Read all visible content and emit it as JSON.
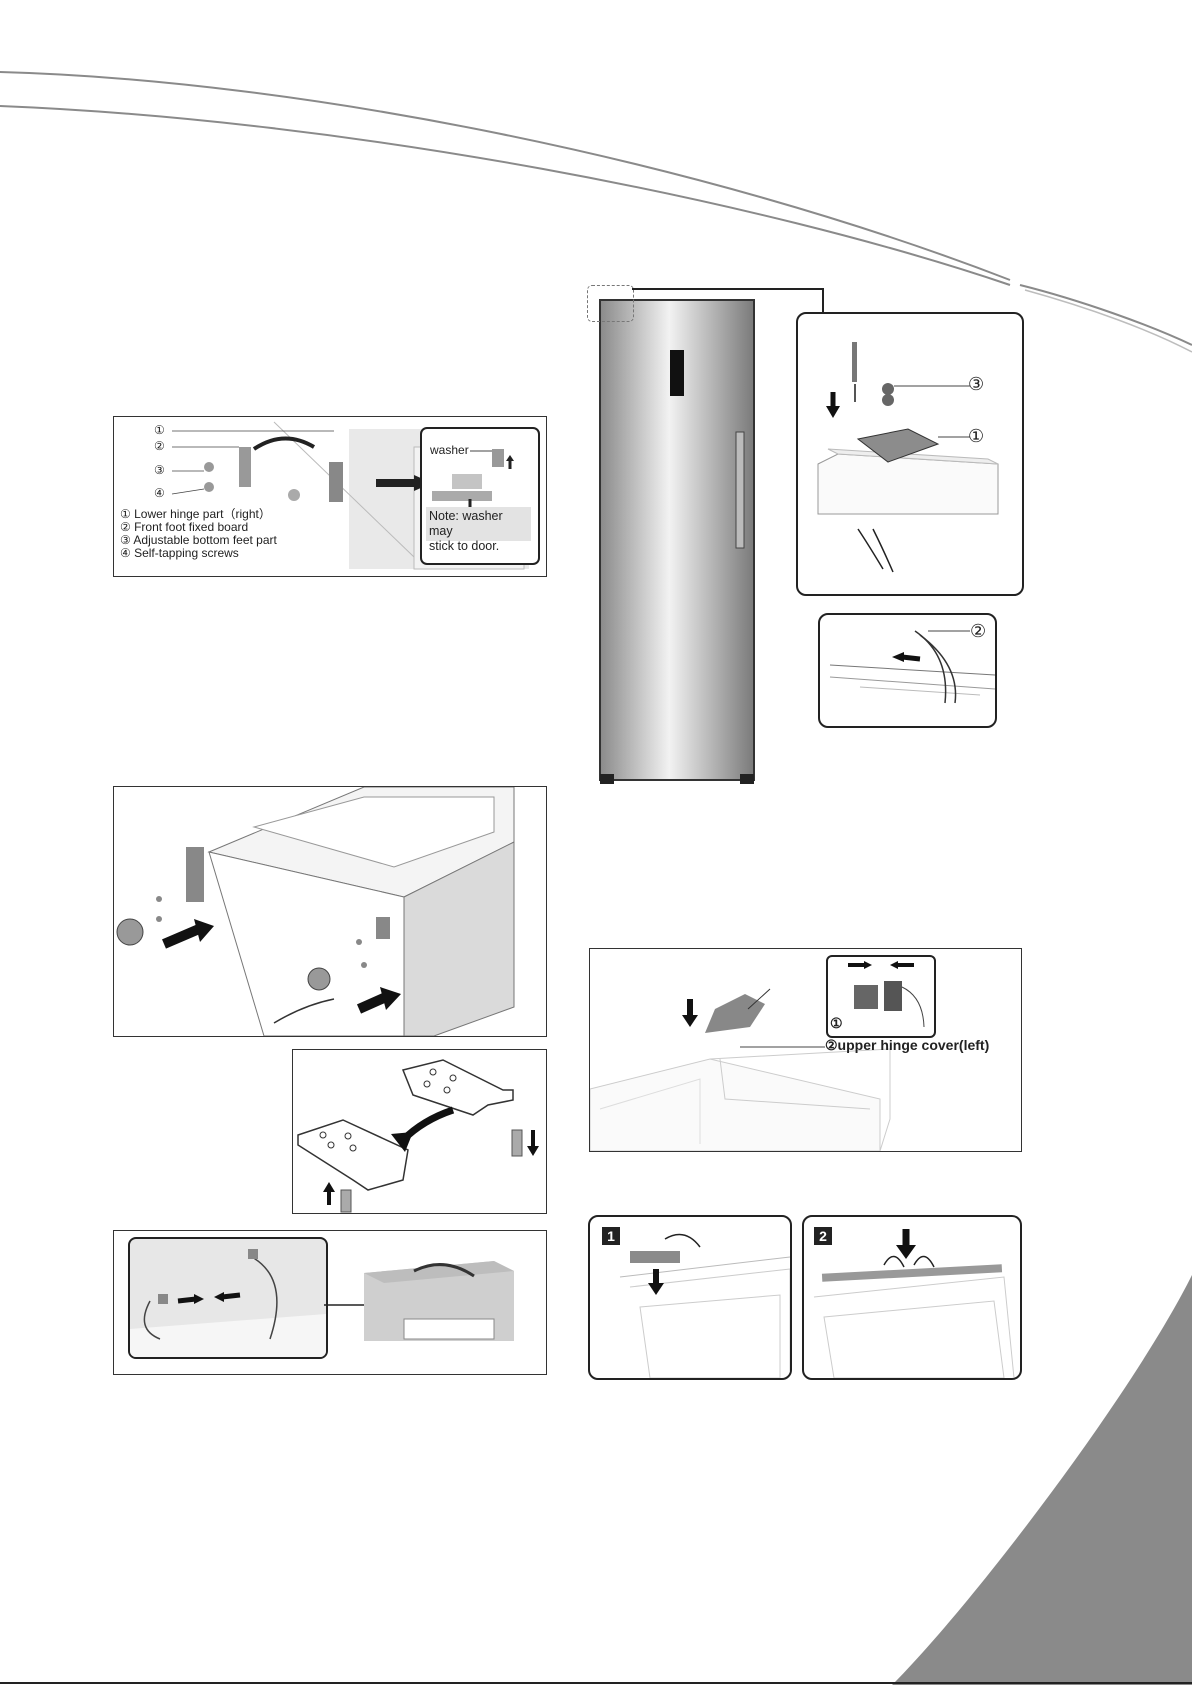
{
  "header": {
    "swoosh_color": "#9a9a9a"
  },
  "panel1": {
    "callouts": [
      "①",
      "②",
      "③",
      "④"
    ],
    "legend": [
      "① Lower hinge part（right）",
      "② Front foot fixed board",
      "③ Adjustable bottom feet part",
      "④ Self-tapping screws"
    ],
    "inset": {
      "washer_label": "washer",
      "note_line1": "Note: washer may",
      "note_line2": "stick to door."
    }
  },
  "top_hinge": {
    "callout_3": "③",
    "callout_1": "①",
    "callout_2": "②"
  },
  "hinge_cover": {
    "connector_callout": "①",
    "label": "②upper hinge cover(left)"
  },
  "cover_steps": {
    "step1": "1",
    "step2": "2"
  },
  "corner_accent": "#8a8a8a"
}
